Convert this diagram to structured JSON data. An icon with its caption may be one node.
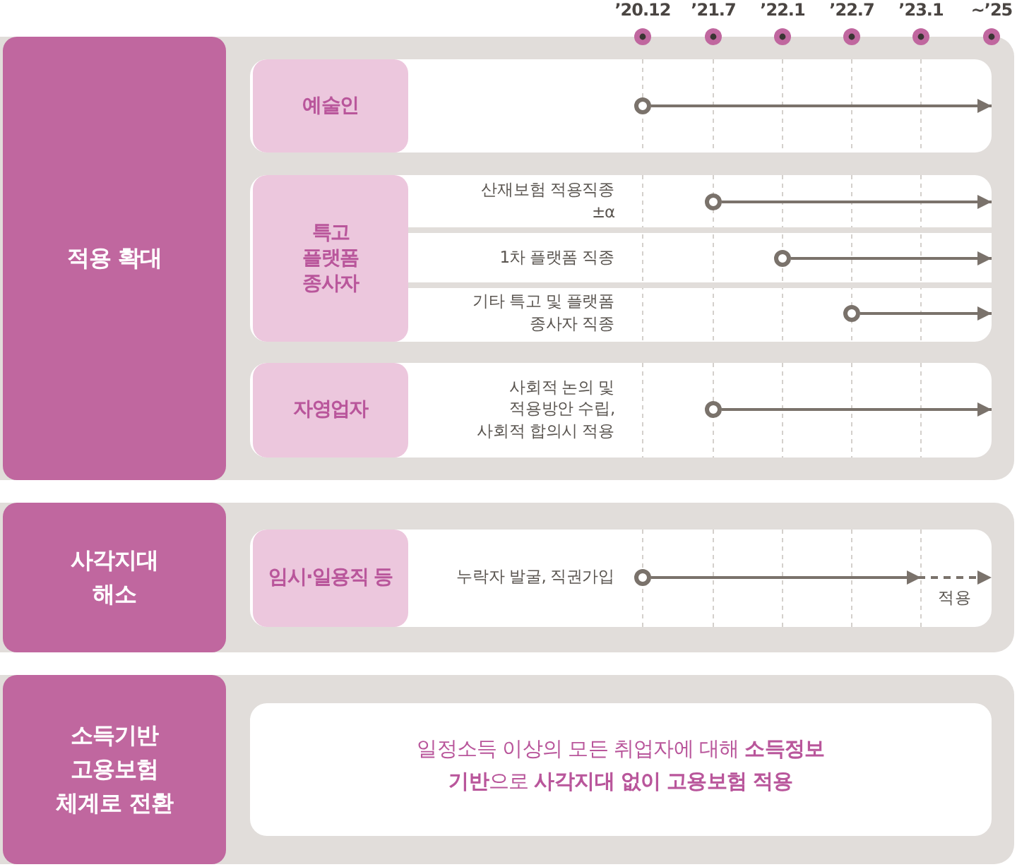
{
  "diagram": {
    "nodes": [
      {
        "text": [],
        "shape": "box"
      },
      {
        "text": [
          "적용 확대"
        ],
        "in": 0
      },
      {
        "text": [],
        "shape": "box",
        "in": 0
      },
      {
        "text": [
          "예술인"
        ],
        "in": 2
      },
      {
        "text": [],
        "shape": "circle",
        "in": 2
      },
      {
        "text": [
          "산재보험 적용직종 ±α",
          "1차 플랫폼 직종",
          "기타 특고 및 플랫폼 종사자 직종"
        ],
        "in": 0
      },
      {
        "text": [
          "특고 플랫폼 종사자"
        ],
        "in": 5
      },
      {
        "text": [],
        "shape": "circle",
        "in": 5
      },
      {
        "text": [],
        "shape": "circle",
        "in": 5
      },
      {
        "text": [],
        "shape": "circle",
        "in": 5
      },
      {
        "text": [
          "사회적 논의 및 적용방안 수립, 사회적 합의시 적용"
        ],
        "in": 0
      },
      {
        "text": [
          "자영업자"
        ],
        "in": 10
      },
      {
        "text": [],
        "shape": "circle",
        "in": 10
      },
      {
        "text": [],
        "shape": "box"
      },
      {
        "text": [
          "사각지대 해소"
        ],
        "in": 13
      },
      {
        "text": [
          "누락자 발굴, 직권가입"
        ],
        "in": 13
      },
      {
        "text": [
          "임시·일용직 등"
        ],
        "in": 15
      },
      {
        "text": [],
        "shape": "circle",
        "in": 15
      },
      {
        "text": [],
        "shape": "box"
      },
      {
        "text": [
          "소득기반 고용보험 체계로 전환"
        ],
        "in": 18
      },
      {
        "text": [
          "일정소득 이상의 모든 취업자에 대해 **소득정보 기반**으로 **사각지대 없이 고용보험 적용**"
        ],
        "in": 18
      }
    ],
    "edges": [
      {
        "from": 4,
        "to": null,
        "arrow": "to"
      },
      {
        "from": 7,
        "to": null,
        "arrow": "to"
      },
      {
        "from": 8,
        "to": null,
        "arrow": "to"
      },
      {
        "from": 9,
        "to": null,
        "arrow": "to"
      },
      {
        "from": 12,
        "to": null,
        "arrow": "to"
      },
      {
        "from": 17,
        "to": null,
        "arrow": "to"
      },
      {
        "from": 17,
        "to": null,
        "arrow": "to",
        "style": "dashed",
        "label": "적용"
      }
    ],
    "labels": [
      "’20.12",
      "’21.7",
      "’22.1",
      "’22.7",
      "’23.1",
      "~’25"
    ]
  }
}
